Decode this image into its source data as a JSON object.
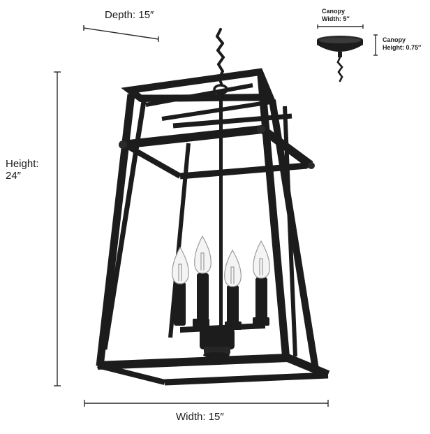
{
  "dimensions": {
    "depth": "Depth: 15″",
    "height_line1": "Height:",
    "height_line2": "24″",
    "width": "Width: 15″",
    "canopy_width_line1": "Canopy",
    "canopy_width_line2": "Width: 5″",
    "canopy_height_line1": "Canopy",
    "canopy_height_line2": "Height: 0.75″"
  },
  "colors": {
    "fixture": "#1c1c1c",
    "dimension_line": "#2a2a2a",
    "bulb_glass": "#f4f4f4",
    "bulb_outline": "#9a9a9a"
  },
  "icons": {
    "product": "lantern-pendant-light-icon",
    "canopy": "canopy-icon"
  }
}
